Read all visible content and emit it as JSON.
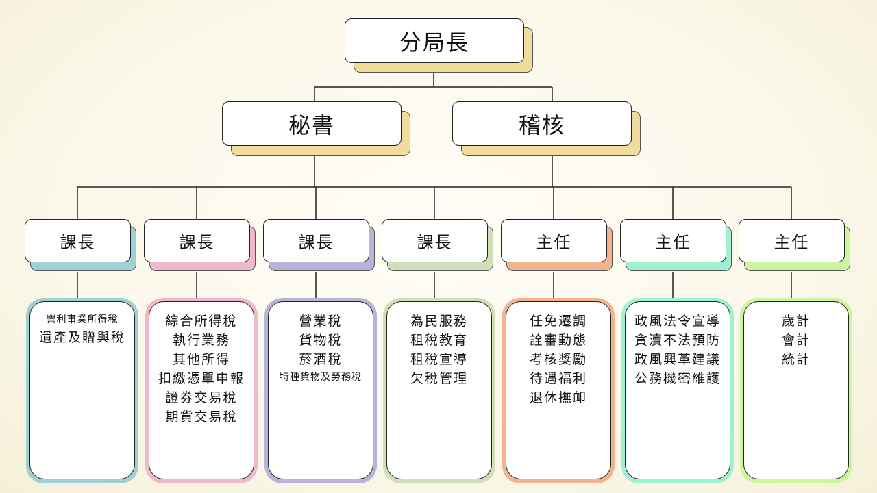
{
  "chief": {
    "label": "分局長",
    "accent": "#f2dc9d"
  },
  "staff": [
    {
      "label": "秘書",
      "accent": "#f2dc9d"
    },
    {
      "label": "稽核",
      "accent": "#f2dc9d"
    }
  ],
  "units": [
    {
      "label": "課長",
      "accent": "#9fd0d6",
      "items": [
        {
          "text": "營利事業所得稅",
          "small": true
        },
        {
          "text": "遺產及贈與稅",
          "small": false
        }
      ]
    },
    {
      "label": "課長",
      "accent": "#efb8cb",
      "items": [
        {
          "text": "綜合所得稅",
          "small": false
        },
        {
          "text": "執行業務",
          "small": false
        },
        {
          "text": "其他所得",
          "small": false
        },
        {
          "text": "扣繳憑單申報",
          "small": false
        },
        {
          "text": "證券交易稅",
          "small": false
        },
        {
          "text": "期貨交易稅",
          "small": false
        }
      ]
    },
    {
      "label": "課長",
      "accent": "#b8b3d9",
      "items": [
        {
          "text": "營業稅",
          "small": false
        },
        {
          "text": "貨物稅",
          "small": false
        },
        {
          "text": "菸酒稅",
          "small": false
        },
        {
          "text": "特種貨物及勞務稅",
          "small": true
        }
      ]
    },
    {
      "label": "課長",
      "accent": "#cfe0b8",
      "items": [
        {
          "text": "為民服務",
          "small": false
        },
        {
          "text": "租稅教育",
          "small": false
        },
        {
          "text": "租稅宣導",
          "small": false
        },
        {
          "text": "欠稅管理",
          "small": false
        }
      ]
    },
    {
      "label": "主任",
      "accent": "#f2b48f",
      "items": [
        {
          "text": "任免遷調",
          "small": false
        },
        {
          "text": "詮審動態",
          "small": false
        },
        {
          "text": "考核獎勵",
          "small": false
        },
        {
          "text": "待遇福利",
          "small": false
        },
        {
          "text": "退休撫卹",
          "small": false
        }
      ]
    },
    {
      "label": "主任",
      "accent": "#9ff2cf",
      "items": [
        {
          "text": "政風法令宣導",
          "small": false
        },
        {
          "text": "貪瀆不法預防",
          "small": false
        },
        {
          "text": "政風興革建議",
          "small": false
        },
        {
          "text": "公務機密維護",
          "small": false
        }
      ]
    },
    {
      "label": "主任",
      "accent": "#ccf5a0",
      "items": [
        {
          "text": "歲計",
          "small": false
        },
        {
          "text": "會計",
          "small": false
        },
        {
          "text": "統計",
          "small": false
        }
      ]
    }
  ]
}
